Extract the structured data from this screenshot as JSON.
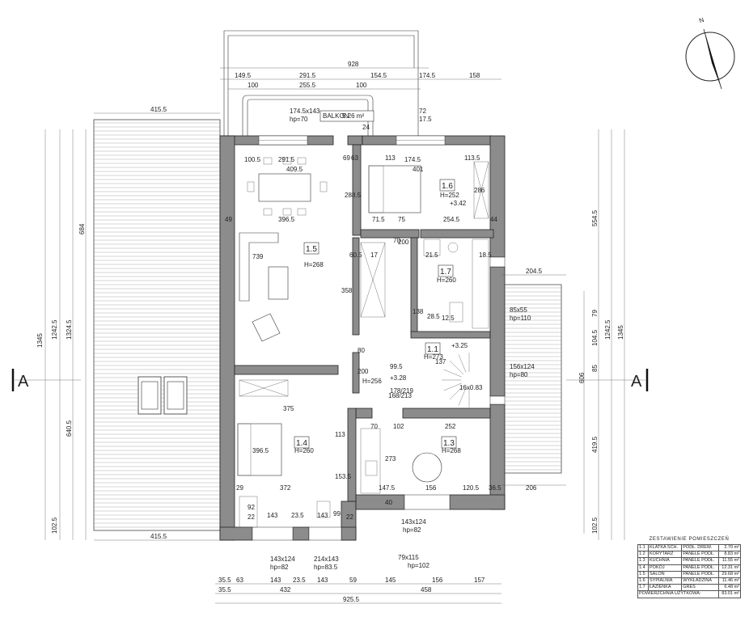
{
  "section_marker": "A",
  "balcony": {
    "label": "BALKON",
    "area": "5.26 m²"
  },
  "rooms": [
    {
      "number": "1.1",
      "height": "H=273"
    },
    {
      "number": "1.3",
      "height": "H=268"
    },
    {
      "number": "1.4",
      "height": "H=260"
    },
    {
      "number": "1.5",
      "height": "H=268"
    },
    {
      "number": "1.6",
      "height": "H=252"
    },
    {
      "number": "1.7",
      "height": "H=260"
    }
  ],
  "dimensions_top": [
    "928",
    "149.5",
    "291.5",
    "154.5",
    "174.5",
    "158",
    "100",
    "255.5",
    "100"
  ],
  "dimensions_bottom_row1": [
    "35.5",
    "63",
    "143",
    "23.5",
    "143",
    "59",
    "145",
    "156",
    "157"
  ],
  "dimensions_bottom_row2": [
    "35.5",
    "432",
    "458"
  ],
  "dimensions_bottom_total": "925.5",
  "dimensions_left": [
    "415.5",
    "684",
    "1242.5",
    "1345",
    "1324.5",
    "640.5",
    "102.5",
    "415.5"
  ],
  "dimensions_right": [
    "554.5",
    "1242.5",
    "1345",
    "79",
    "104.5",
    "85",
    "606",
    "419.5",
    "102.5",
    "204.5",
    "206"
  ],
  "interior_labels": [
    "100.5",
    "291.5",
    "409.5",
    "288.5",
    "396.5",
    "49",
    "739",
    "358",
    "375",
    "372",
    "396.5",
    "113",
    "153.5",
    "143",
    "23.5",
    "143",
    "92",
    "29",
    "22",
    "22",
    "99",
    "174.5",
    "401",
    "113",
    "113.5",
    "254.5",
    "71.5",
    "75",
    "44",
    "286",
    "+3.42",
    "21.5",
    "18.5",
    "70",
    "200",
    "80",
    "200",
    "102",
    "252",
    "147.5",
    "156",
    "120.5",
    "36.5",
    "273",
    "40",
    "70",
    "+3.25",
    "+3.28",
    "H=256",
    "16x0.83",
    "168/213",
    "178/219",
    "99.5",
    "137",
    "79x115",
    "hp=102",
    "85x55",
    "hp=110",
    "156x124",
    "hp=80",
    "143x124",
    "hp=82",
    "143x124",
    "hp=82",
    "214x143",
    "hp=83.5",
    "174.5x143",
    "hp=70",
    "72",
    "17.5",
    "24",
    "69",
    "63",
    "17",
    "60.5",
    "138",
    "28.5",
    "12.5"
  ],
  "schedule": {
    "title": "ZESTAWIENIE POMIESZCZEŃ",
    "rows": [
      {
        "no": "1.1",
        "name": "KLATKA SCH.",
        "floor": "PODŁ. DREW.",
        "area": "2.70 m²"
      },
      {
        "no": "1.2",
        "name": "KORYTARZ",
        "floor": "PANELE PODŁ.",
        "area": "8.83 m²"
      },
      {
        "no": "1.3",
        "name": "KUCHNIA",
        "floor": "PANELE PODŁ.",
        "area": "11.55 m²"
      },
      {
        "no": "1.4",
        "name": "POKÓJ",
        "floor": "PANELE PODŁ.",
        "area": "12.31 m²"
      },
      {
        "no": "1.5",
        "name": "SALON",
        "floor": "PANELE PODŁ.",
        "area": "29.68 m²"
      },
      {
        "no": "1.6",
        "name": "SYPIALNIA",
        "floor": "WYKŁADZINA",
        "area": "11.46 m²"
      },
      {
        "no": "1.7",
        "name": "ŁAZIENKA",
        "floor": "GRES",
        "area": "6.48 m²"
      }
    ],
    "total_label": "POWIERZCHNIA UŻYTKOWA:",
    "total_area": "83.01 m²"
  },
  "north_arrow": {
    "letter": "N"
  }
}
